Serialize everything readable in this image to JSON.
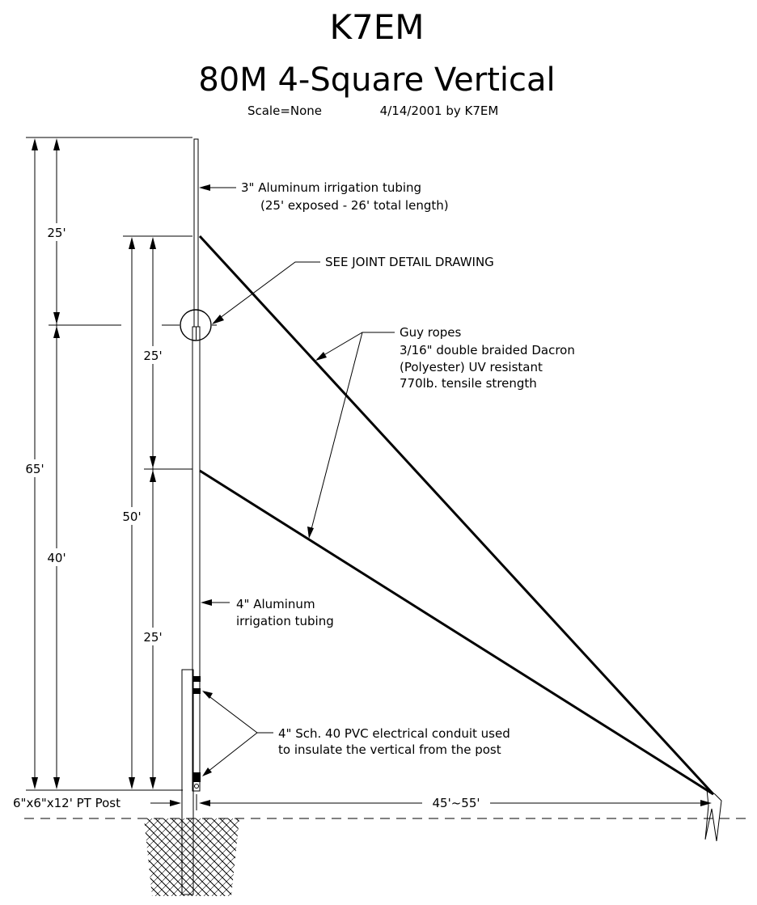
{
  "title": {
    "callsign": "K7EM",
    "project": "80M 4-Square Vertical",
    "meta_scale": "Scale=None",
    "meta_date": "4/14/2001 by K7EM"
  },
  "notes": {
    "upper_tubing_line1": "3\" Aluminum irrigation tubing",
    "upper_tubing_line2": "(25' exposed - 26' total length)",
    "joint_detail": "SEE JOINT DETAIL DRAWING",
    "guy_line1": "Guy ropes",
    "guy_line2": "3/16\" double braided Dacron",
    "guy_line3": "(Polyester) UV resistant",
    "guy_line4": "770lb. tensile strength",
    "lower_tubing_line1": "4\" Aluminum",
    "lower_tubing_line2": "irrigation tubing",
    "pvc_line1": "4\" Sch. 40 PVC electrical conduit used",
    "pvc_line2": "to insulate the vertical from the post",
    "post_label": "6\"x6\"x12' PT Post"
  },
  "dimensions": {
    "total_height": "65'",
    "upper_section": "25'",
    "lower_section": "40'",
    "guy_top_height": "50'",
    "guy_top_span": "25'",
    "guy_bottom_span": "25'",
    "anchor_distance": "45'~55'"
  },
  "colors": {
    "ink": "#000000",
    "background": "#ffffff"
  }
}
